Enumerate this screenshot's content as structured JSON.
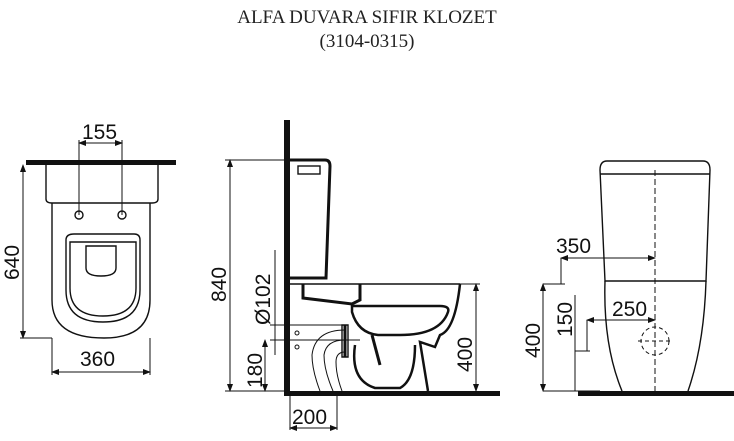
{
  "title": {
    "line1": "ALFA  DUVARA SIFIR KLOZET",
    "line2": "(3104-0315)"
  },
  "views": {
    "top": {
      "dims": {
        "hole_spacing": "155",
        "depth": "640",
        "width": "360"
      }
    },
    "side": {
      "dims": {
        "height": "840",
        "outlet_diameter": "Ø102",
        "outlet_height": "180",
        "outlet_distance": "200",
        "seat_height": "400"
      }
    },
    "front": {
      "dims": {
        "supply_offset": "350",
        "drain_offset": "250",
        "supply_height": "400",
        "drain_height": "150"
      }
    }
  }
}
